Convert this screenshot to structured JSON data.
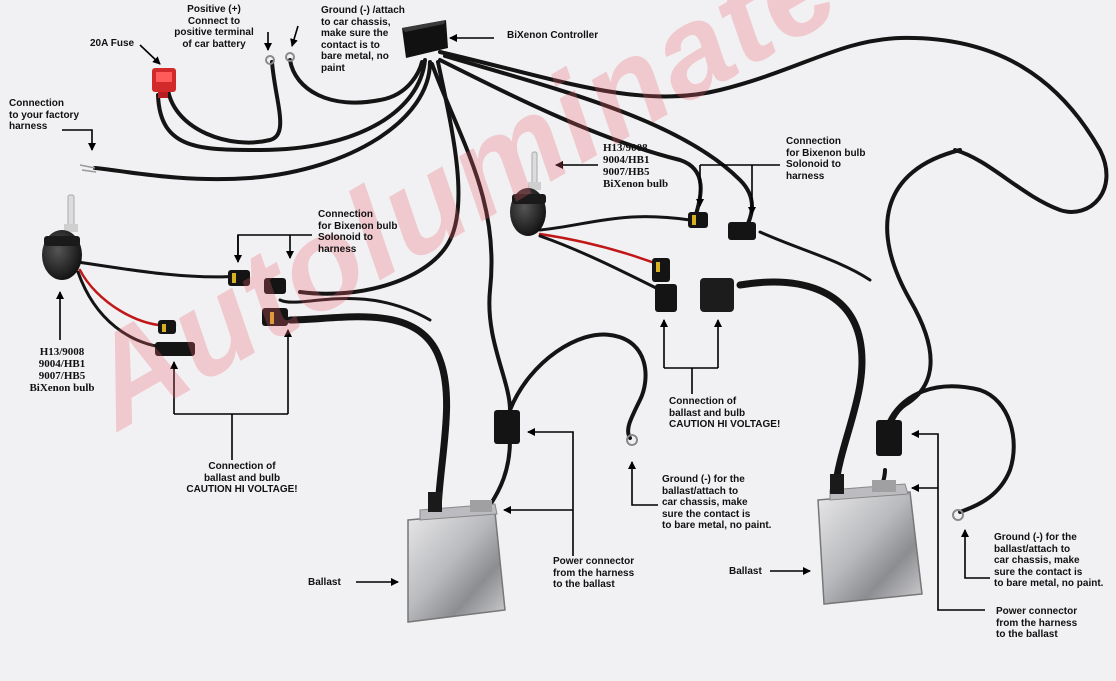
{
  "watermark": "Autoluminate @ Ebay",
  "labels": {
    "fuse": "20A Fuse",
    "positive": "Positive (+)\nConnect to\npositive terminal\nof car battery",
    "ground_top": "Ground (-) /attach\nto car chassis,\nmake sure the\ncontact is to\nbare metal, no\npaint",
    "controller": "BiXenon Controller",
    "factory_harness": "Connection\nto your factory\nharness",
    "bulb_left": "H13/9008\n9004/HB1\n9007/HB5\nBiXenon bulb",
    "bulb_right": "H13/9008\n9004/HB1\n9007/HB5\nBiXenon bulb",
    "solenoid_left": "Connection\nfor Bixenon bulb\nSolonoid to\nharness",
    "solenoid_right": "Connection\nfor Bixenon bulb\nSolonoid to\nharness",
    "ballast_bulb_left": "Connection of\nballast and bulb\nCAUTION HI VOLTAGE!",
    "ballast_bulb_right": "Connection of\nballast and bulb\nCAUTION HI VOLTAGE!",
    "ground_mid": "Ground (-) for the\nballast/attach to\ncar chassis, make\nsure the contact is\nto bare metal, no paint.",
    "ground_right": "Ground (-) for the\nballast/attach to\ncar chassis, make\nsure the contact is\nto bare metal, no paint.",
    "power_left": "Power connector\nfrom the harness\nto the ballast",
    "power_right": "Power connector\nfrom the harness\nto the ballast",
    "ballast_left": "Ballast",
    "ballast_right": "Ballast"
  }
}
